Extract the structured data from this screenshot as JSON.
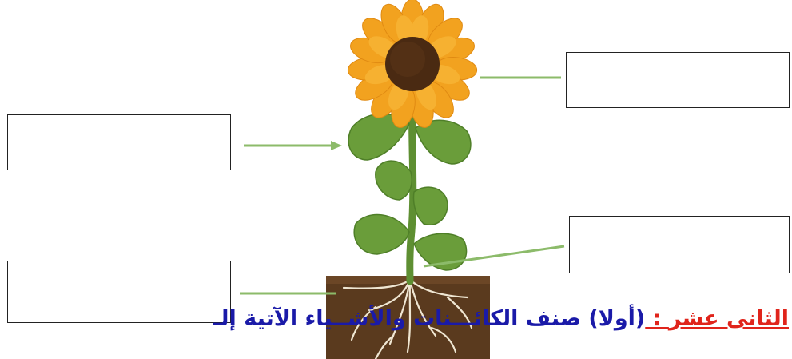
{
  "heading": {
    "part1": "الثانى عشر",
    "part2": " : ",
    "part3": " (أولا) صنف الكائـــنات والأشــياء الآتية إلـ"
  },
  "labels": [
    {
      "id": "flower",
      "text": ""
    },
    {
      "id": "leaf",
      "text": ""
    },
    {
      "id": "stem",
      "text": ""
    },
    {
      "id": "root",
      "text": ""
    }
  ],
  "colors": {
    "petal": "#f2a21f",
    "petal_dark": "#e08a12",
    "flower_center": "#4a2a12",
    "leaf": "#6a9d3a",
    "leaf_dark": "#4f7f28",
    "stem": "#5e8f32",
    "soil": "#5a3a1e",
    "root": "#efe6d2",
    "arrow": "#8cbb6a",
    "heading_red": "#e0241b",
    "heading_blue": "#1a1aa8"
  }
}
